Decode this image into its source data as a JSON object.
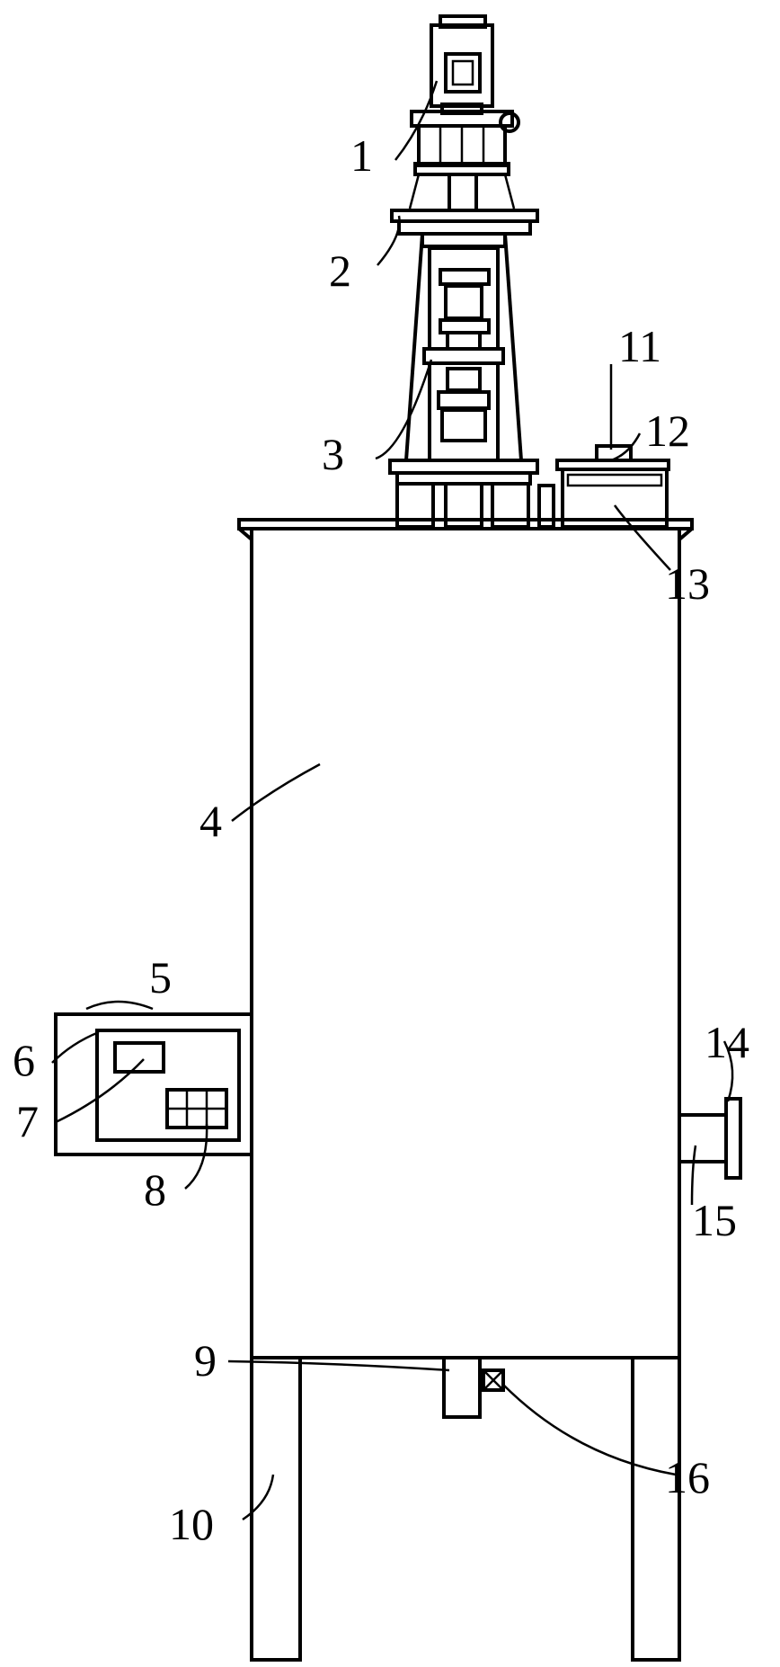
{
  "callouts": [
    {
      "id": "c1",
      "text": "1"
    },
    {
      "id": "c2",
      "text": "2"
    },
    {
      "id": "c3",
      "text": "3"
    },
    {
      "id": "c4",
      "text": "4"
    },
    {
      "id": "c5",
      "text": "5"
    },
    {
      "id": "c6",
      "text": "6"
    },
    {
      "id": "c7",
      "text": "7"
    },
    {
      "id": "c8",
      "text": "8"
    },
    {
      "id": "c9",
      "text": "9"
    },
    {
      "id": "c10",
      "text": "10"
    },
    {
      "id": "c11",
      "text": "11"
    },
    {
      "id": "c12",
      "text": "12"
    },
    {
      "id": "c13",
      "text": "13"
    },
    {
      "id": "c14",
      "text": "14"
    },
    {
      "id": "c15",
      "text": "15"
    },
    {
      "id": "c16",
      "text": "16"
    }
  ],
  "colors": {
    "line": "#000000",
    "background": "#ffffff"
  }
}
